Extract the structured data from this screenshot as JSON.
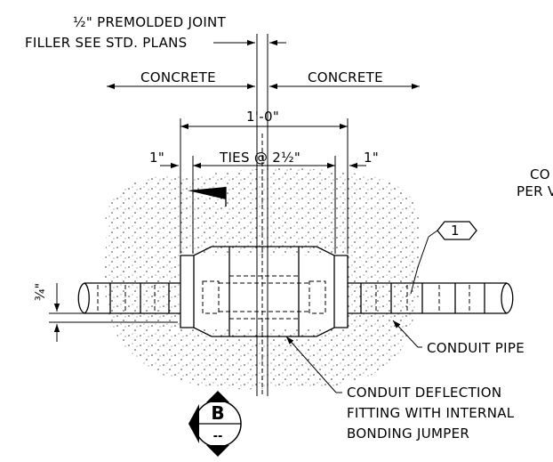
{
  "labels": {
    "joint_filler_line1": "½\" PREMOLDED JOINT",
    "joint_filler_line2": "FILLER SEE STD. PLANS",
    "concrete_left": "CONCRETE",
    "concrete_right": "CONCRETE",
    "overall_dim": "1'-0\"",
    "ties": "TIES @ 2½\"",
    "left_clear": "1\"",
    "right_clear": "1\"",
    "offset_dim": "¾\"",
    "note_number": "1",
    "conduit_pipe": "CONDUIT PIPE",
    "deflection_line1": "CONDUIT DEFLECTION",
    "deflection_line2": "FITTING WITH INTERNAL",
    "deflection_line3": "BONDING JUMPER",
    "section_letter": "B",
    "section_sheet": "--",
    "cut_right_1": "CO",
    "cut_right_2": "PER V"
  },
  "colors": {
    "line": "#000000",
    "background": "#ffffff",
    "stipple": "#333333"
  },
  "icons": {
    "section_marker": "section-callout-icon",
    "note_tag": "hexagon-note-tag-icon",
    "weld_flag": "flag-icon"
  }
}
